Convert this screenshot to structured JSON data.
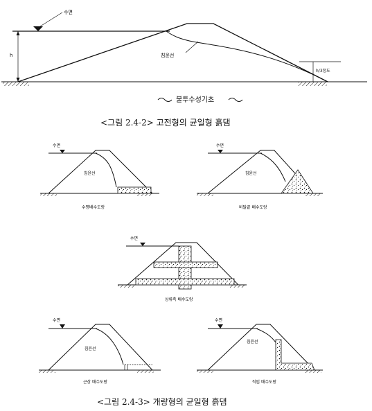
{
  "figure1": {
    "water_label": "수면",
    "height_label": "h",
    "seepage_label": "침윤선",
    "h3_label": "h/3정도",
    "foundation_label": "불투수성기초",
    "caption": "<그림 2.4-2> 고전형의 균일형 흙댐"
  },
  "figure2": {
    "panels": [
      {
        "water_label": "수면",
        "seepage_label": "침윤선",
        "caption": "수평배수도랑"
      },
      {
        "water_label": "수면",
        "seepage_label": "침윤선",
        "caption": "비탈끝 배수도랑"
      },
      {
        "water_label": "수면",
        "caption": "상류측 배수도랑"
      },
      {
        "water_label": "수면",
        "seepage_label": "침윤선",
        "caption": "근상 배수도랑"
      },
      {
        "water_label": "수면",
        "seepage_label": "침윤선",
        "caption": "직립 배수도랑"
      }
    ],
    "caption": "<그림 2.4-3> 개량형의 균일형 흙댐"
  }
}
